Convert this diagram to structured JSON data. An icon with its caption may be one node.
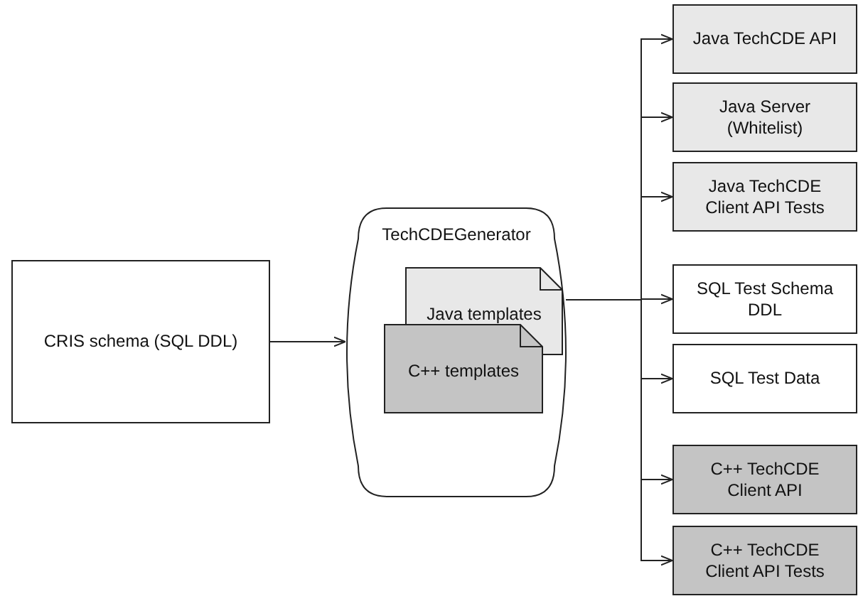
{
  "diagram": {
    "nodes": [
      {
        "text": [
          "CRIS schema (SQL DDL)"
        ]
      },
      {
        "text": [
          "TechCDEGenerator"
        ]
      },
      {
        "text": [
          "Java templates"
        ],
        "in": 1
      },
      {
        "text": [
          "C++ templates"
        ],
        "in": 1
      },
      {
        "text": [
          "Java TechCDE API"
        ]
      },
      {
        "text": [
          "Java Server (Whitelist)"
        ]
      },
      {
        "text": [
          "Java TechCDE Client API Tests"
        ]
      },
      {
        "text": [
          "SQL Test Schema DDL"
        ]
      },
      {
        "text": [
          "SQL Test Data"
        ]
      },
      {
        "text": [
          "C++ TechCDE Client API"
        ]
      },
      {
        "text": [
          "C++ TechCDE Client API Tests"
        ]
      }
    ],
    "edges": [
      {
        "from": 0,
        "to": 1,
        "arrow": "to"
      },
      {
        "from": 1,
        "to": 4,
        "arrow": "to"
      },
      {
        "from": 1,
        "to": 5,
        "arrow": "to"
      },
      {
        "from": 1,
        "to": 6,
        "arrow": "to"
      },
      {
        "from": 1,
        "to": 7,
        "arrow": "to"
      },
      {
        "from": 1,
        "to": 8,
        "arrow": "to"
      },
      {
        "from": 1,
        "to": 9,
        "arrow": "to"
      },
      {
        "from": 1,
        "to": 10,
        "arrow": "to"
      }
    ]
  }
}
